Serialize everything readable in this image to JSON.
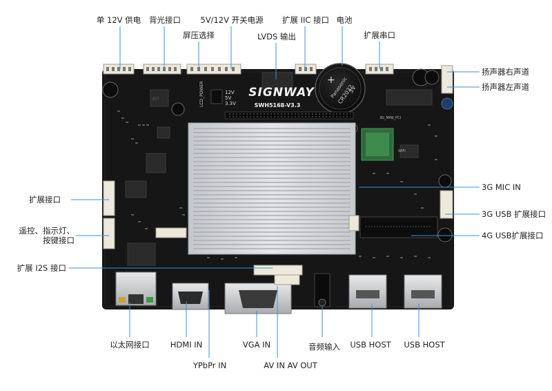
{
  "board": {
    "brand_logo": "SIGNWAY",
    "model": "SWH5168-V3.3",
    "battery_text": [
      "Panasonic",
      "CR2032",
      "3V"
    ],
    "voltage_labels": [
      "12V",
      "5V",
      "3.3V"
    ],
    "silk_lcd_power": "LCD_POWER",
    "silk_mini_pci": "3G_MINI_PCI",
    "silk_wifi": "WIFI"
  },
  "labels": {
    "power_12v": "单 12V 供电",
    "backlight": "背光接口",
    "power_switch": "5V/12V 开关电源",
    "screen_voltage": "屏压选择",
    "lvds_out": "LVDS 输出",
    "iic_port": "扩展 IIC 接口",
    "battery": "电池",
    "serial_port": "扩展串口",
    "speaker_right": "扬声器右声道",
    "speaker_left": "扬声器左声道",
    "expansion_port": "扩展接口",
    "remote_line1": "遥控、指示灯、",
    "remote_line2": "按键接口",
    "i2s_port": "扩展 I2S 接口",
    "mic_3g": "3G MIC IN",
    "usb_3g": "3G USB 扩展接口",
    "usb_4g": "4G USB扩展接口",
    "ethernet": "以太网接口",
    "hdmi_in": "HDMI IN",
    "ypbpr_in": "YPbPr IN",
    "vga_in": "VGA IN",
    "av_in_out": "AV IN AV OUT",
    "audio_in": "音频输入",
    "usb_host_1": "USB HOST",
    "usb_host_2": "USB HOST"
  },
  "colors": {
    "pcb": "#161616",
    "leader_line": "#3b8fd8",
    "heatsink": "#d4d6d9",
    "connector": "#ece8dc",
    "text": "#222222"
  }
}
